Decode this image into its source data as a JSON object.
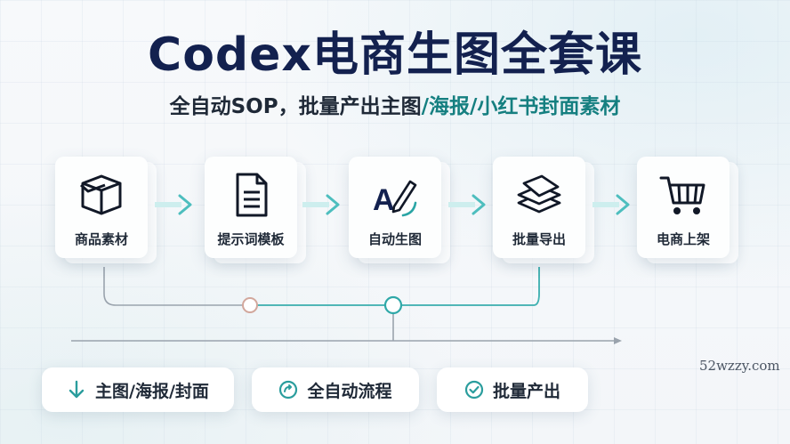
{
  "title": "Codex电商生图全套课",
  "subtitle": {
    "part1": "全自动SOP，批量产出主图",
    "part2": "/海报/小红书封面素材"
  },
  "steps": [
    {
      "label": "商品素材",
      "icon": "box-icon"
    },
    {
      "label": "提示词模板",
      "icon": "document-icon"
    },
    {
      "label": "自动生图",
      "icon": "ai-pen-icon"
    },
    {
      "label": "批量导出",
      "icon": "layers-icon"
    },
    {
      "label": "电商上架",
      "icon": "shopping-cart-icon"
    }
  ],
  "badges": [
    {
      "label": "主图/海报/封面",
      "icon": "arrow-down-icon"
    },
    {
      "label": "全自动流程",
      "icon": "refresh-circle-icon"
    },
    {
      "label": "批量产出",
      "icon": "check-circle-icon"
    }
  ],
  "colors": {
    "title": "#13214f",
    "accent": "#157f80",
    "arrow": "#5bc4c4"
  },
  "watermark": "52wzzy.com"
}
